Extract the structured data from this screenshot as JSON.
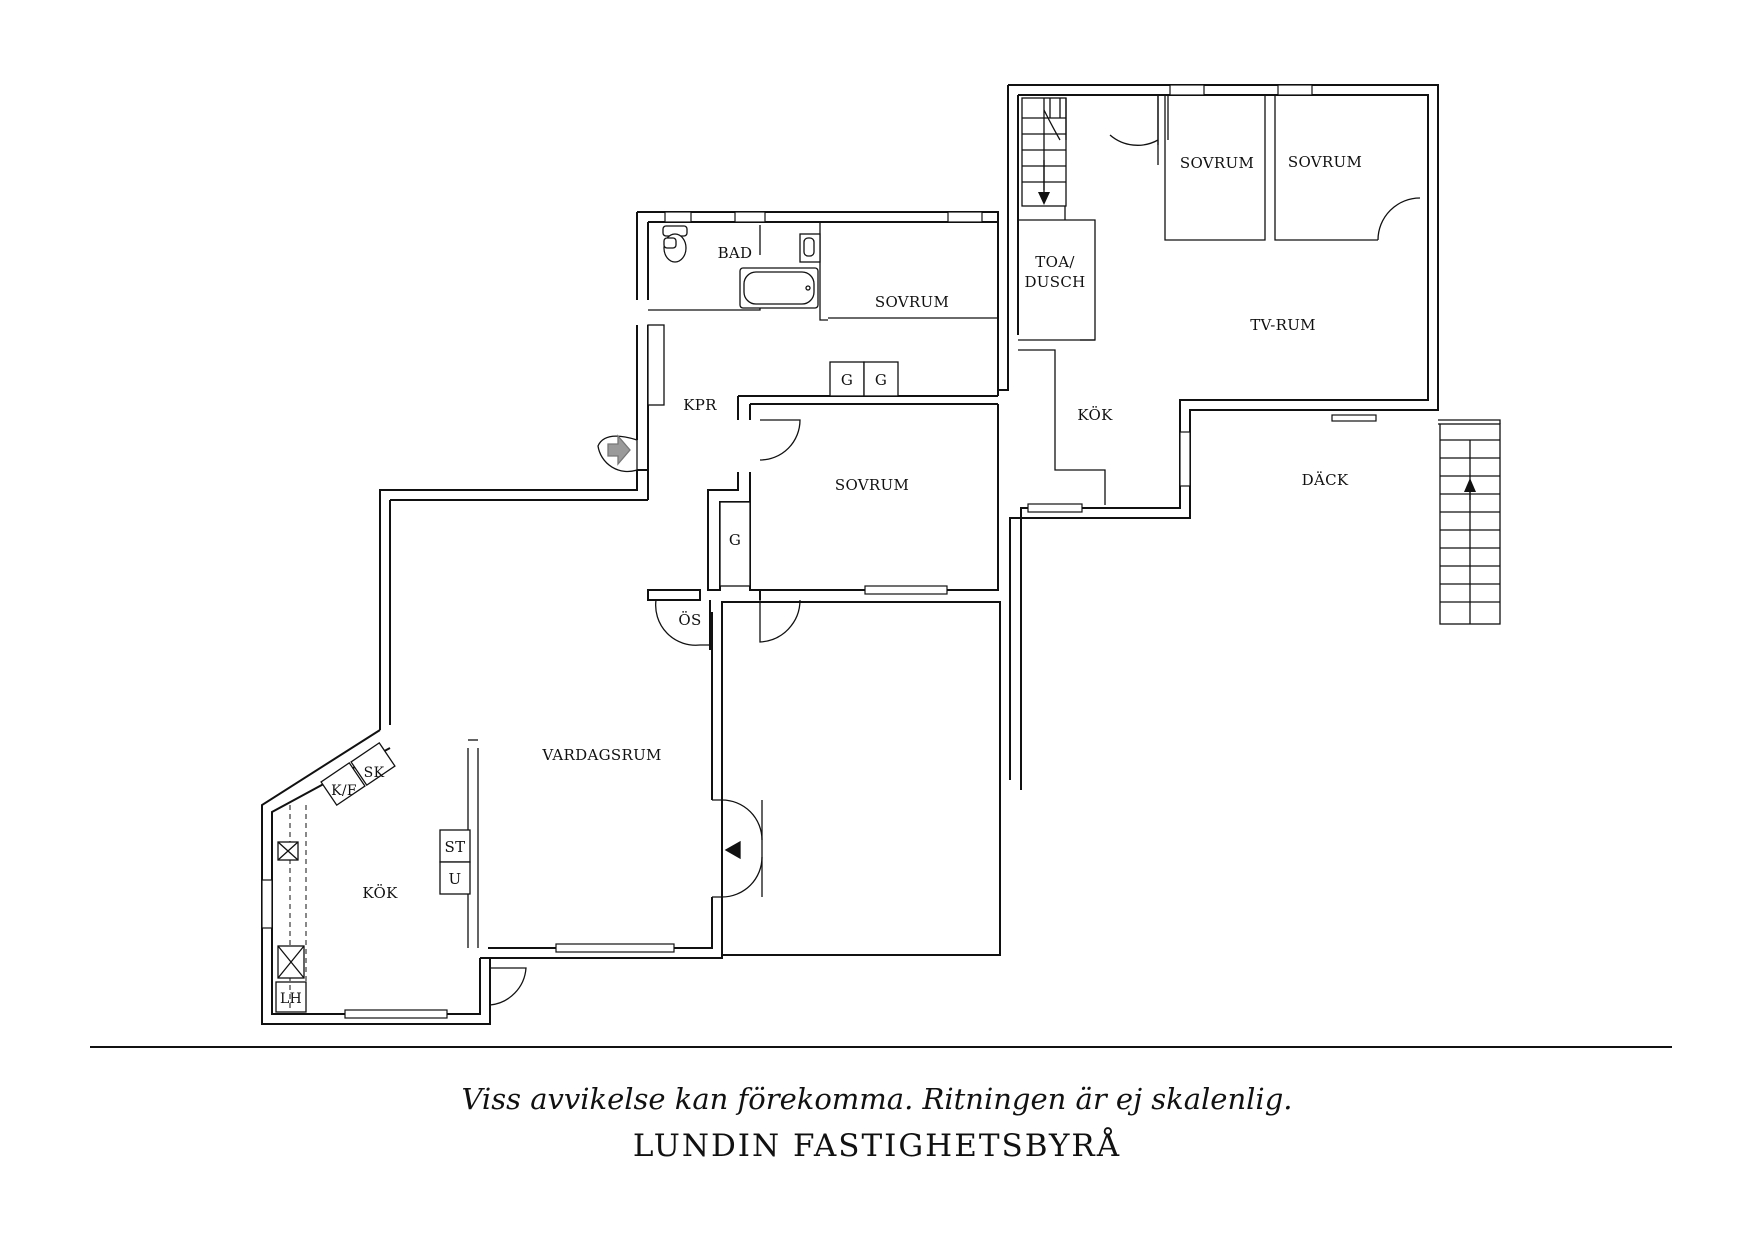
{
  "rooms": {
    "bad": "BAD",
    "sovrum_upper_left": "SOVRUM",
    "kpr": "KPR",
    "g1": "G",
    "g2": "G",
    "sovrum_middle": "SOVRUM",
    "g3": "G",
    "os": "ÖS",
    "vardagsrum": "VARDAGSRUM",
    "sk": "SK",
    "kf": "K/F",
    "st": "ST",
    "u": "U",
    "kok_left": "KÖK",
    "lh": "LH",
    "toa_line1": "TOA/",
    "toa_line2": "DUSCH",
    "sovrum_top_a": "SOVRUM",
    "sovrum_top_b": "SOVRUM",
    "tv_rum": "TV-RUM",
    "kok_right": "KÖK",
    "dack": "DÄCK"
  },
  "footer": {
    "disclaimer": "Viss avvikelse kan förekomma. Ritningen är ej skalenlig.",
    "brand": "LUNDIN FASTIGHETSBYRÅ"
  }
}
